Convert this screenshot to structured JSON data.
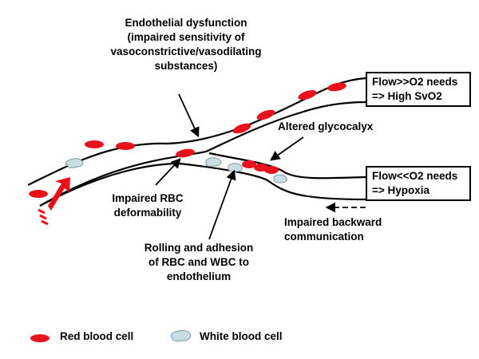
{
  "labels": {
    "endothelial": "Endothelial dysfunction (impaired sensitivity of vasoconstrictive/vasodilating substances)",
    "glycocalyx": "Altered glycocalyx",
    "rbc_deform": "Impaired RBC deformability",
    "rolling": "Rolling and adhesion of RBC and WBC to endothelium",
    "backward": "Impaired backward communication"
  },
  "boxes": {
    "high": [
      "Flow>>O2 needs",
      "=> High SvO2"
    ],
    "low": [
      "Flow<<O2 needs",
      "=> Hypoxia"
    ]
  },
  "legend": {
    "rbc": "Red blood cell",
    "wbc": "White blood cell"
  },
  "colors": {
    "rbc": "#e8121b",
    "wbc": "#c9dde3",
    "flow_arrow": "#e8121b"
  }
}
